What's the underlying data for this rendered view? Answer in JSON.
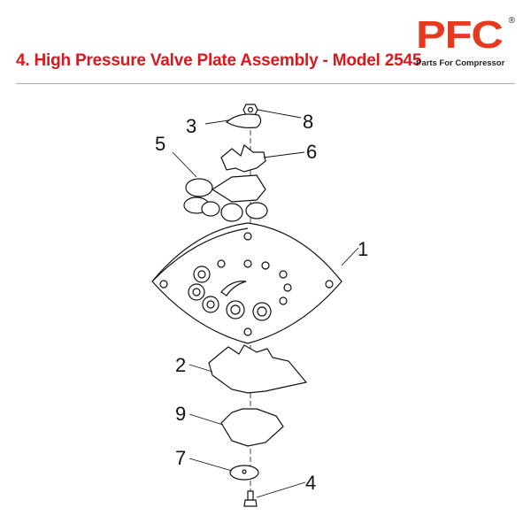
{
  "header": {
    "title": "4. High Pressure Valve Plate Assembly - Model 2545"
  },
  "logo": {
    "mark": "PFC",
    "registered": "®",
    "tagline": "Parts For Compressor",
    "color": "#e63a1e"
  },
  "callouts": [
    "8",
    "3",
    "6",
    "5",
    "1",
    "2",
    "9",
    "7",
    "4"
  ]
}
